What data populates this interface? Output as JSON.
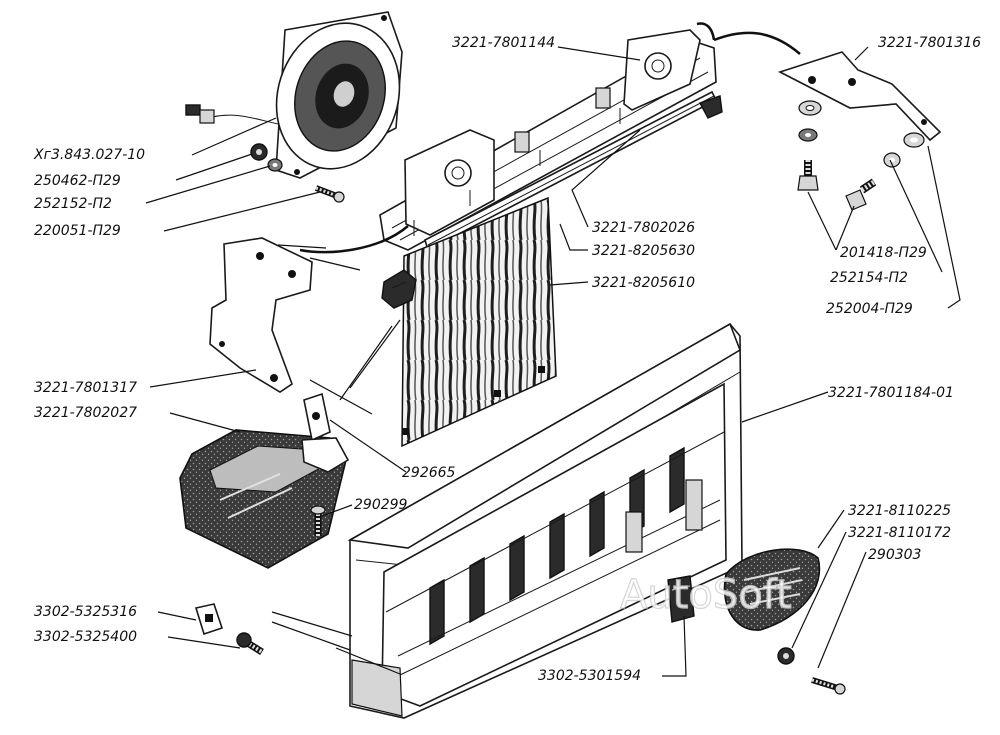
{
  "watermark": "AutoSoft",
  "labels": {
    "l01": "3221-7801144",
    "l02": "3221-7801316",
    "l03": "Хг3.843.027-10",
    "l04": "250462-П29",
    "l05": "252152-П2",
    "l06": "220051-П29",
    "l07": "3221-7802026",
    "l08": "3221-8205630",
    "l09": "3221-8205610",
    "l10": "201418-П29",
    "l11": "252154-П2",
    "l12": "252004-П29",
    "l13": "3221-7801317",
    "l14": "3221-7802027",
    "l15": "3221-7801184-01",
    "l16": "292665",
    "l17": "290299",
    "l18": "3221-8110225",
    "l19": "3221-8110172",
    "l20": "290303",
    "l21": "3302-5325316",
    "l22": "3302-5325400",
    "l23": "3302-5301594"
  }
}
